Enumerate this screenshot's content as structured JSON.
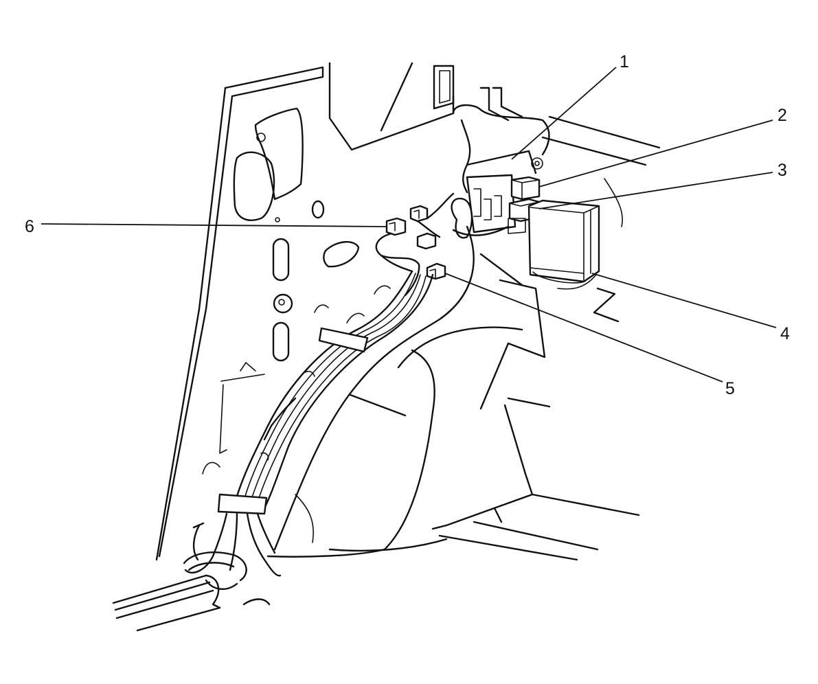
{
  "diagram": {
    "callouts": [
      {
        "id": "1",
        "label": "1"
      },
      {
        "id": "2",
        "label": "2"
      },
      {
        "id": "3",
        "label": "3"
      },
      {
        "id": "4",
        "label": "4"
      },
      {
        "id": "5",
        "label": "5"
      },
      {
        "id": "6",
        "label": "6"
      }
    ],
    "line_color": "#111111",
    "background": "#ffffff"
  }
}
